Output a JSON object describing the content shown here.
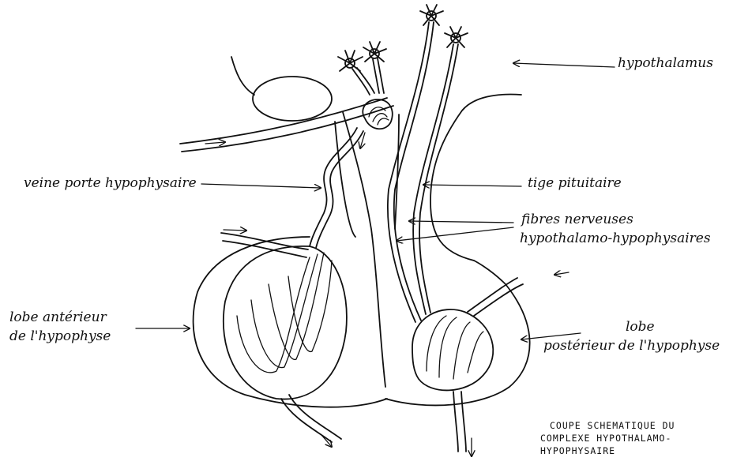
{
  "labels": {
    "hypothalamus": "hypothalamus",
    "veine_porte": "veine porte hypophysaire",
    "tige": "tige pituitaire",
    "fibres_line1": "fibres nerveuses",
    "fibres_line2": "hypothalamo-hypophysaires",
    "lobe_ant_line1": "lobe antérieur",
    "lobe_ant_line2": "de l'hypophyse",
    "lobe_post_line1": "lobe",
    "lobe_post_line2": "postérieur de l'hypophyse"
  },
  "caption": {
    "line1": "COUPE SCHEMATIQUE DU",
    "line2": "COMPLEXE HYPOTHALAMO-",
    "line3": "HYPOPHYSAIRE"
  }
}
